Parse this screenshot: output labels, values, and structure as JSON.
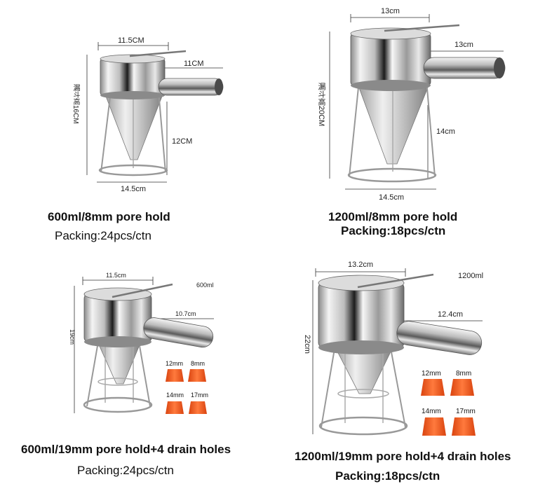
{
  "products": [
    {
      "dims": {
        "width": "11.5CM",
        "handle": "11CM",
        "height": "漏斗高16CM",
        "cone": "12CM",
        "base": "14.5cm"
      },
      "title": "600ml/8mm pore hold",
      "packing": "Packing:24pcs/ctn"
    },
    {
      "dims": {
        "width": "13cm",
        "handle": "13cm",
        "height": "漏斗高20CM",
        "cone": "14cm",
        "base": "14.5cm"
      },
      "title": "1200ml/8mm pore hold",
      "packing": "Packing:18pcs/ctn"
    },
    {
      "dims": {
        "width": "11.5cm",
        "handle": "10.7cm",
        "height": "19cm",
        "capacity": "600ml"
      },
      "nozzles": [
        "12mm",
        "8mm",
        "14mm",
        "17mm"
      ],
      "title": "600ml/19mm pore hold+4 drain holes",
      "packing": "Packing:24pcs/ctn"
    },
    {
      "dims": {
        "width": "13.2cm",
        "handle": "12.4cm",
        "height": "22cm",
        "capacity": "1200ml"
      },
      "nozzles": [
        "12mm",
        "8mm",
        "14mm",
        "17mm"
      ],
      "title": "1200ml/19mm pore hold+4 drain holes",
      "packing": "Packing:18pcs/ctn"
    }
  ],
  "colors": {
    "steel_dark": "#3a3a3a",
    "steel_light": "#f2f2f2",
    "nozzle": "#f2581b"
  }
}
